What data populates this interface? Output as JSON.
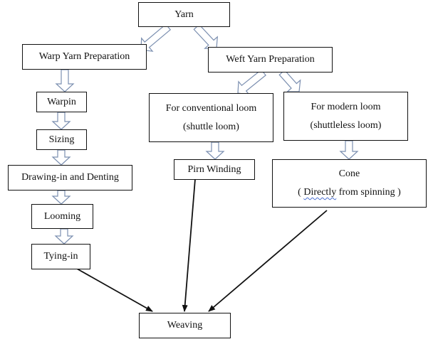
{
  "diagram": {
    "title": "Weaving preparation flowchart",
    "colors": {
      "box_border": "#111111",
      "block_arrow": "#7b8fb0",
      "line_arrow": "#111111"
    },
    "nodes": {
      "yarn": "Yarn",
      "warp_prep": "Warp Yarn Preparation",
      "weft_prep": "Weft Yarn Preparation",
      "warpin": "Warpin",
      "sizing": "Sizing",
      "drawing_in": "Drawing-in and Denting",
      "looming": "Looming",
      "tying_in": "Tying-in",
      "conventional": {
        "line1": "For conventional loom",
        "line2": "(shuttle loom)"
      },
      "modern": {
        "line1": "For modern loom",
        "line2": "(shuttleless loom)"
      },
      "pirn_winding": "Pirn Winding",
      "cone": {
        "line1": "Cone",
        "line2_prefix": "( ",
        "line2_underlined": "Directly",
        "line2_suffix": " from spinning )"
      },
      "weaving": "Weaving"
    },
    "edges": [
      {
        "from": "Yarn",
        "to": "Warp Yarn Preparation",
        "style": "block-arrow"
      },
      {
        "from": "Yarn",
        "to": "Weft Yarn Preparation",
        "style": "block-arrow"
      },
      {
        "from": "Warp Yarn Preparation",
        "to": "Warpin",
        "style": "block-arrow"
      },
      {
        "from": "Warpin",
        "to": "Sizing",
        "style": "block-arrow"
      },
      {
        "from": "Sizing",
        "to": "Drawing-in and Denting",
        "style": "block-arrow"
      },
      {
        "from": "Drawing-in and Denting",
        "to": "Looming",
        "style": "block-arrow"
      },
      {
        "from": "Looming",
        "to": "Tying-in",
        "style": "block-arrow"
      },
      {
        "from": "Weft Yarn Preparation",
        "to": "For conventional loom",
        "style": "block-arrow"
      },
      {
        "from": "Weft Yarn Preparation",
        "to": "For modern loom",
        "style": "block-arrow"
      },
      {
        "from": "For conventional loom",
        "to": "Pirn Winding",
        "style": "block-arrow"
      },
      {
        "from": "For modern loom",
        "to": "Cone",
        "style": "block-arrow"
      },
      {
        "from": "Tying-in",
        "to": "Weaving",
        "style": "line-arrow"
      },
      {
        "from": "Pirn Winding",
        "to": "Weaving",
        "style": "line-arrow"
      },
      {
        "from": "Cone",
        "to": "Weaving",
        "style": "line-arrow"
      }
    ]
  }
}
